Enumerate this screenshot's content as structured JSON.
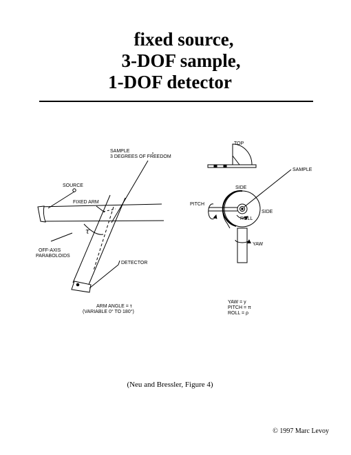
{
  "title": {
    "line1": "fixed source,",
    "line2": "3-DOF sample,",
    "line3": "1-DOF detector"
  },
  "left_diagram": {
    "sample_label_1": "SAMPLE",
    "sample_label_2": "3 DEGREES OF FREEDOM",
    "source_label": "SOURCE",
    "fixed_arm_label": "FIXED ARM",
    "paraboloids_label_1": "OFF-AXIS",
    "paraboloids_label_2": "PARABOLOIDS",
    "detector_label": "DETECTOR",
    "angle_symbol": "τ",
    "arm_angle_1": "ARM ANGLE = τ",
    "arm_angle_2": "(VARIABLE 0° TO 180°)"
  },
  "right_diagram": {
    "top_label": "TOP",
    "sample_label": "SAMPLE",
    "side_label_top": "SIDE",
    "side_label_right": "SIDE",
    "pitch_label": "PITCH",
    "roll_label": "ROLL",
    "yaw_label": "YAW",
    "legend_yaw": "YAW = y",
    "legend_pitch": "PITCH = π",
    "legend_roll": "ROLL = ρ"
  },
  "caption": "(Neu and Bressler, Figure 4)",
  "copyright": "© 1997 Marc Levoy"
}
